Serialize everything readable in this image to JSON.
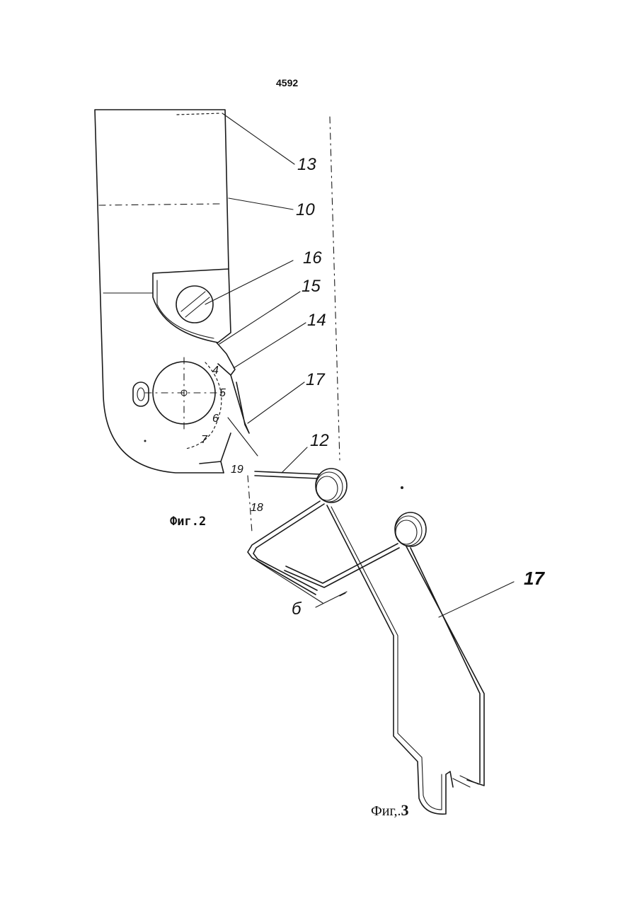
{
  "page_number": "4592",
  "figure2": {
    "caption": "Фиг.2",
    "labels": {
      "l13": "13",
      "l10": "10",
      "l16": "16",
      "l15": "15",
      "l14": "14",
      "l17": "17",
      "l12": "12",
      "l18": "18",
      "l19": "19"
    },
    "wheel_marks": {
      "m4": "4",
      "m5": "5",
      "m6": "6",
      "m7": "7"
    }
  },
  "figure3": {
    "caption_prefix": "Фиг,.",
    "caption_num": "3",
    "label_17": "17",
    "dimension": "б"
  }
}
